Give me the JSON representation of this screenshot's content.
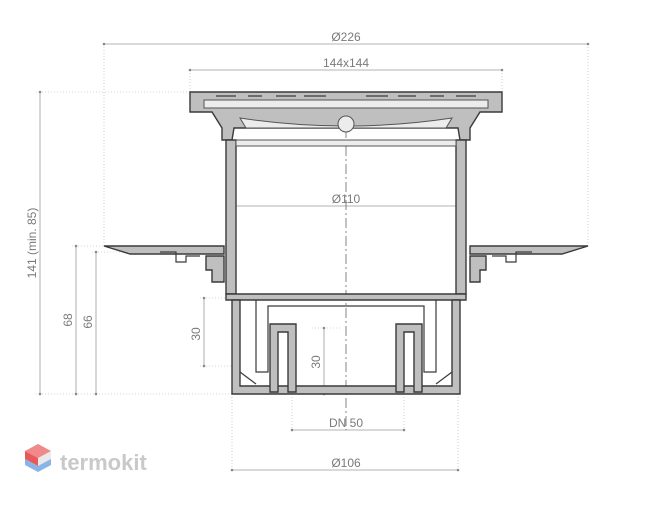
{
  "dimensions": {
    "d226": "Ø226",
    "grate": "144x144",
    "d110": "Ø110",
    "h141": "141 (min. 85)",
    "h68": "68",
    "h66": "66",
    "h30_left": "30",
    "h30_center": "30",
    "dn50": "DN 50",
    "d106": "Ø106"
  },
  "brand": {
    "name": "termokit",
    "colors": {
      "top": "#f08a8a",
      "mid": "#e85a5a",
      "bottom": "#8ab4e8"
    }
  }
}
